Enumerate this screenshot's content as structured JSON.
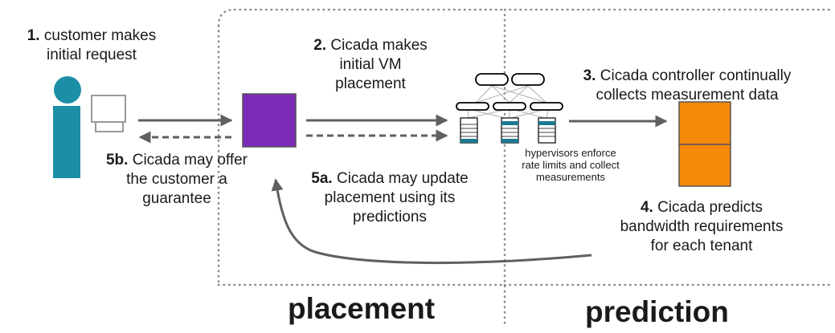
{
  "steps": {
    "s1": {
      "num": "1.",
      "text1": "customer makes",
      "text2": "initial request"
    },
    "s2": {
      "num": "2.",
      "text1": "Cicada makes",
      "text2": "initial VM",
      "text3": "placement"
    },
    "s3": {
      "num": "3.",
      "text1": "Cicada controller continually",
      "text2": "collects measurement data"
    },
    "s4": {
      "num": "4.",
      "text1": "Cicada predicts",
      "text2": "bandwidth requirements",
      "text3": "for each tenant"
    },
    "s5a": {
      "num": "5a.",
      "text1": "Cicada may update",
      "text2": "placement using its",
      "text3": "predictions"
    },
    "s5b": {
      "num": "5b.",
      "text1": "Cicada may offer",
      "text2": "the customer a",
      "text3": "guarantee"
    }
  },
  "hypervisor_note": {
    "line1": "hypervisors enforce",
    "line2": "rate limits and collect",
    "line3": "measurements"
  },
  "regions": {
    "placement": "placement",
    "prediction": "prediction"
  },
  "colors": {
    "customer": "#1b8fa6",
    "placement_box": "#7b2bb5",
    "prediction_box": "#f5890a",
    "arrow": "#606060",
    "server_fill": "#1b7a90"
  }
}
